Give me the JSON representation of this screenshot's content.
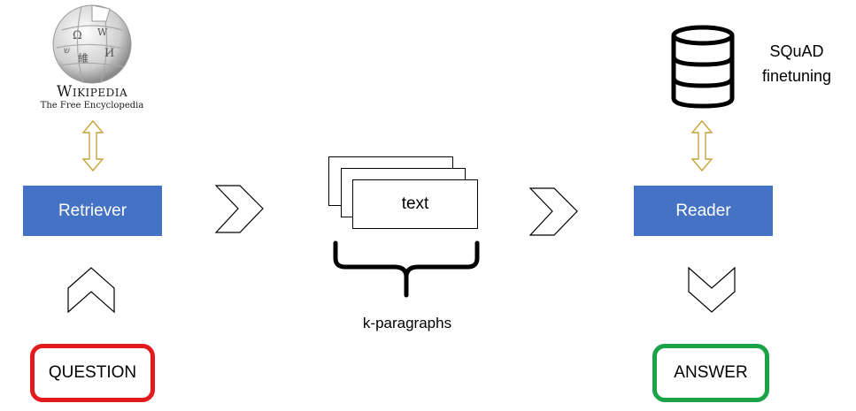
{
  "wikipedia": {
    "name": "Wikipedia",
    "tagline": "The Free Encyclopedia",
    "globe_glyphs": [
      "Ω",
      "W",
      "И",
      "維",
      "ש"
    ]
  },
  "retriever": {
    "label": "Retriever"
  },
  "reader": {
    "label": "Reader"
  },
  "question": {
    "label": "QUESTION"
  },
  "answer": {
    "label": "ANSWER"
  },
  "paragraphs": {
    "card_text": "text",
    "caption": "k-paragraphs"
  },
  "squad": {
    "label_line1": "SQuAD",
    "label_line2": "finetuning"
  },
  "colors": {
    "box_fill": "#4472c4",
    "question_border": "#e31a1c",
    "answer_border": "#1aa346",
    "double_arrow": "#c9a23a"
  },
  "icons": {
    "globe": "wikipedia-globe-icon",
    "database": "database-icon",
    "double_arrow": "double-headed-vertical-arrow-icon",
    "chevron_right": "chevron-right-icon",
    "chevron_up": "chevron-up-icon",
    "chevron_down": "chevron-down-icon",
    "brace": "curly-brace-icon"
  }
}
